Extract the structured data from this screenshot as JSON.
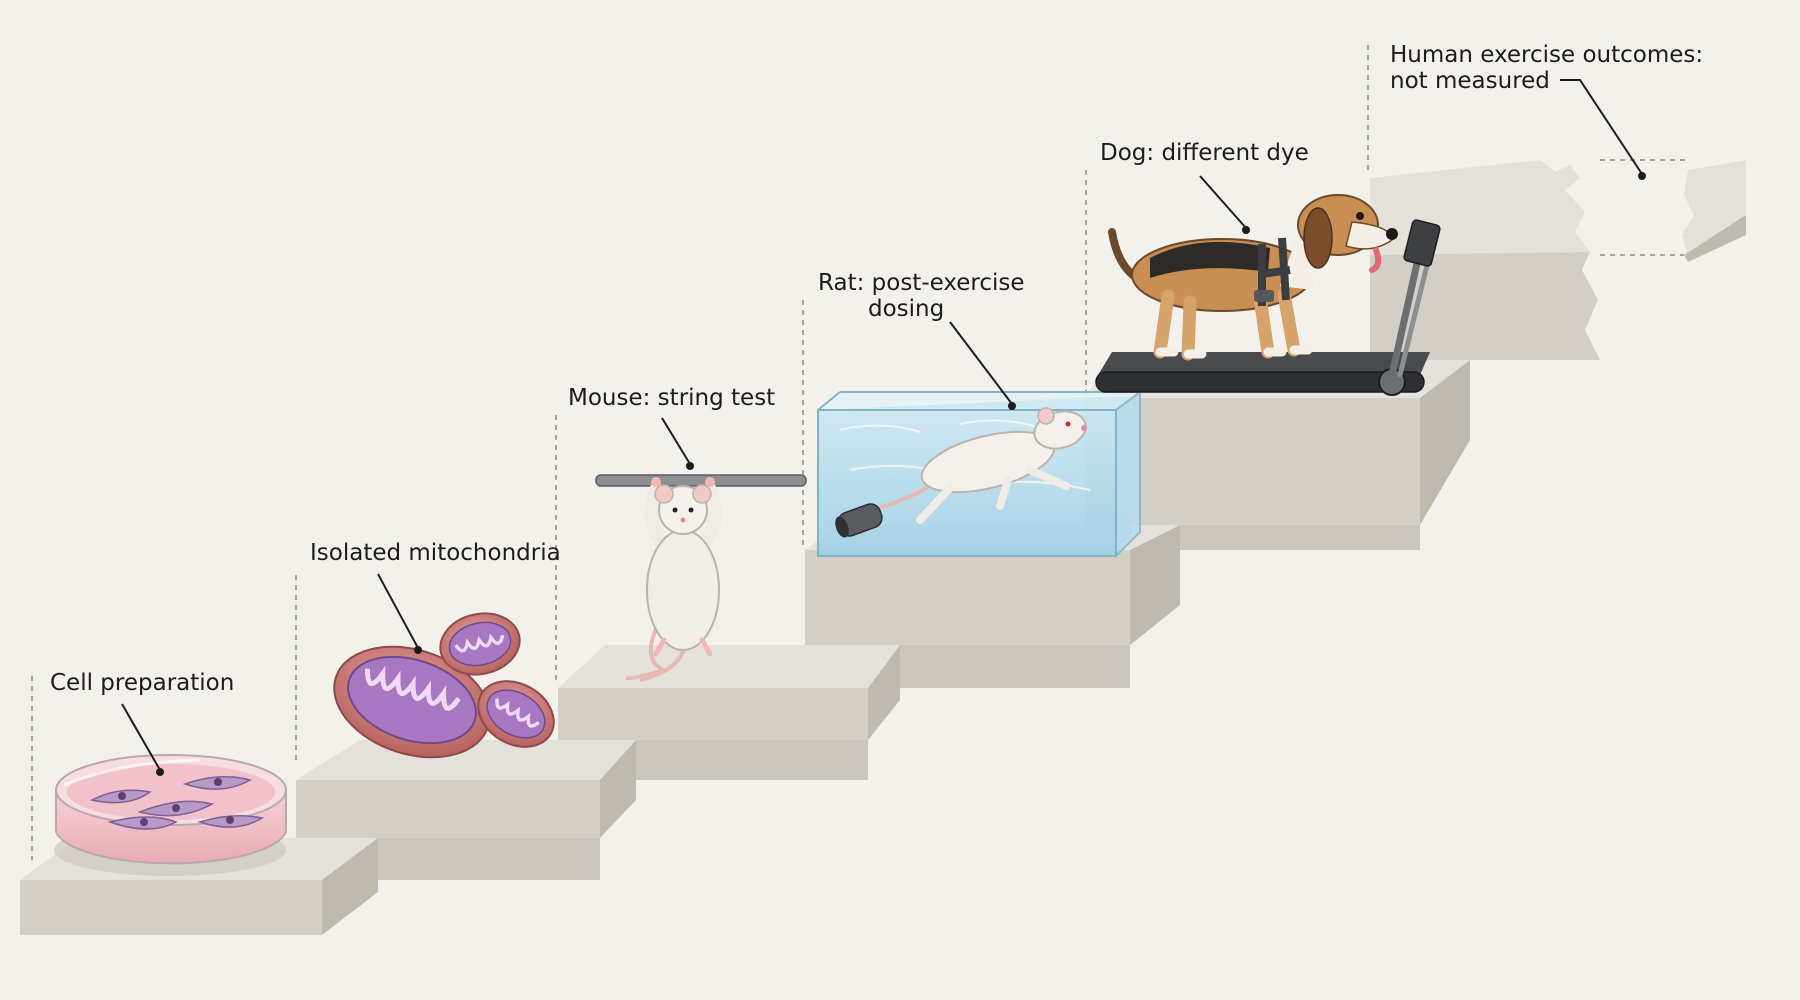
{
  "steps": [
    {
      "id": "cell",
      "label_lines": [
        "Cell preparation"
      ]
    },
    {
      "id": "mito",
      "label_lines": [
        "Isolated mitochondria"
      ]
    },
    {
      "id": "mouse",
      "label_lines": [
        "Mouse: string test"
      ]
    },
    {
      "id": "rat",
      "label_lines": [
        "Rat: post-exercise",
        "dosing"
      ]
    },
    {
      "id": "dog",
      "label_lines": [
        "Dog: different dye"
      ]
    },
    {
      "id": "human",
      "label_lines": [
        "Human exercise outcomes:",
        "not measured"
      ]
    }
  ],
  "colors": {
    "background": "#f3f1ec",
    "stone_top": "#e4e1da",
    "stone_front": "#d3cfc6",
    "stone_side": "#bfbab0",
    "ink": "#1c1c1c"
  }
}
